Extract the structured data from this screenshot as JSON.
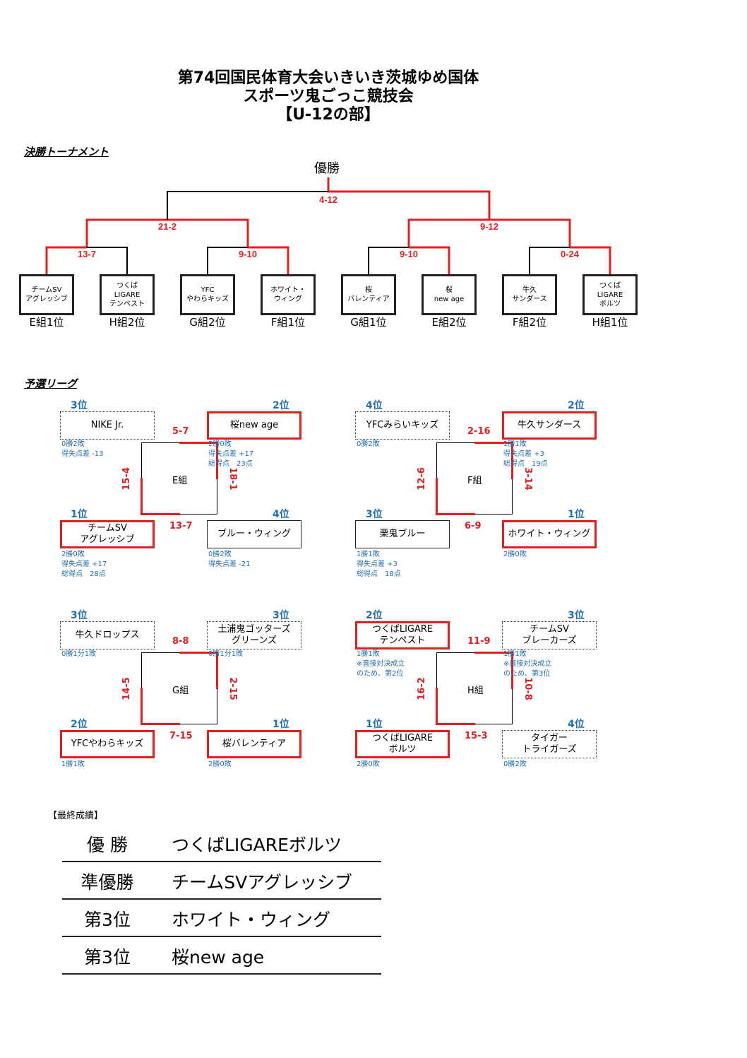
{
  "title": {
    "line1": "第74回国民体育大会いきいき茨城ゆめ国体",
    "line2": "スポーツ鬼ごっこ競技会",
    "line3": "【U-12の部】"
  },
  "tournament": {
    "label": "決勝トーナメント",
    "champion_label": "優勝",
    "final_score": "4-12",
    "semi_scores": [
      "21-2",
      "9-12"
    ],
    "quarter_scores": [
      "13-7",
      "9-10",
      "9-10",
      "0-24"
    ],
    "teams": [
      {
        "name": "チームSV\nアグレッシブ",
        "seed": "E組1位",
        "winner": true
      },
      {
        "name": "つくば\nLIGARE\nテンペスト",
        "seed": "H組2位",
        "winner": false
      },
      {
        "name": "YFC\nやわらキッズ",
        "seed": "G組2位",
        "winner": false
      },
      {
        "name": "ホワイト・\nウィング",
        "seed": "F組1位",
        "winner": true
      },
      {
        "name": "桜\nバレンティア",
        "seed": "G組1位",
        "winner": false
      },
      {
        "name": "桜\nnew age",
        "seed": "E組2位",
        "winner": true
      },
      {
        "name": "牛久\nサンダース",
        "seed": "F組2位",
        "winner": false
      },
      {
        "name": "つくば\nLIGARE\nボルツ",
        "seed": "H組1位",
        "winner": true
      }
    ]
  },
  "league": {
    "label": "予選リーグ",
    "groups": [
      {
        "name": "E組",
        "top_score": "5-7",
        "bottom_score": "13-7",
        "left_score": "15-4",
        "right_score": "18-1",
        "tl": {
          "rank": "3位",
          "name": "NIKE Jr.",
          "note": "0勝2敗\n得失点差 -13",
          "style": "dot"
        },
        "tr": {
          "rank": "2位",
          "name": "桜new age",
          "note": "2勝0敗\n得失点差 +17\n総得点　23点",
          "style": "red"
        },
        "bl": {
          "rank": "1位",
          "name": "チームSV\nアグレッシブ",
          "note": "2勝0敗\n得失点差 +17\n総得点　28点",
          "style": "red"
        },
        "br": {
          "rank": "4位",
          "name": "ブルー・ウィング",
          "note": "0勝2敗\n得失点差 -21",
          "style": "solid"
        }
      },
      {
        "name": "F組",
        "top_score": "2-16",
        "bottom_score": "6-9",
        "left_score": "12-6",
        "right_score": "3-14",
        "tl": {
          "rank": "4位",
          "name": "YFCみらいキッズ",
          "note": "0勝2敗",
          "style": "dot"
        },
        "tr": {
          "rank": "2位",
          "name": "牛久サンダース",
          "note": "1勝1敗\n得失点差 +3\n総得点　19点",
          "style": "red"
        },
        "bl": {
          "rank": "3位",
          "name": "栗鬼ブルー",
          "note": "1勝1敗\n得失点差 +3\n総得点　18点",
          "style": "solid"
        },
        "br": {
          "rank": "1位",
          "name": "ホワイト・ウィング",
          "note": "2勝0敗",
          "style": "red"
        }
      },
      {
        "name": "G組",
        "top_score": "8-8",
        "bottom_score": "7-15",
        "left_score": "14-5",
        "right_score": "2-15",
        "tl": {
          "rank": "3位",
          "name": "牛久ドロップス",
          "note": "0勝1分1敗",
          "style": "dot"
        },
        "tr": {
          "rank": "3位",
          "name": "土浦鬼ゴッターズ\nグリーンズ",
          "note": "0勝1分1敗",
          "style": "dot"
        },
        "bl": {
          "rank": "2位",
          "name": "YFCやわらキッズ",
          "note": "1勝1敗",
          "style": "red"
        },
        "br": {
          "rank": "1位",
          "name": "桜バレンティア",
          "note": "2勝0敗",
          "style": "red"
        }
      },
      {
        "name": "H組",
        "top_score": "11-9",
        "bottom_score": "15-3",
        "left_score": "16-2",
        "right_score": "10-8",
        "tl": {
          "rank": "2位",
          "name": "つくばLIGARE\nテンペスト",
          "note": "1勝1敗\n※直接対決成立\nのため、第2位",
          "style": "red"
        },
        "tr": {
          "rank": "3位",
          "name": "チームSV\nブレーカーズ",
          "note": "1勝1敗\n※直接対決成立\nのため、第3位",
          "style": "dot"
        },
        "bl": {
          "rank": "1位",
          "name": "つくばLIGARE\nボルツ",
          "note": "2勝0敗",
          "style": "red"
        },
        "br": {
          "rank": "4位",
          "name": "タイガー\nトライガーズ",
          "note": "0勝2敗",
          "style": "dot"
        }
      }
    ]
  },
  "final_results": {
    "label": "【最終成績】",
    "rows": [
      {
        "rank": "優 勝",
        "team": "つくばLIGAREボルツ"
      },
      {
        "rank": "準優勝",
        "team": "チームSVアグレッシブ"
      },
      {
        "rank": "第3位",
        "team": "ホワイト・ウィング"
      },
      {
        "rank": "第3位",
        "team": "桜new age"
      }
    ]
  },
  "colors": {
    "winner_line": "#e02020",
    "rank_text": "#1f6fb2",
    "line": "#000000"
  }
}
